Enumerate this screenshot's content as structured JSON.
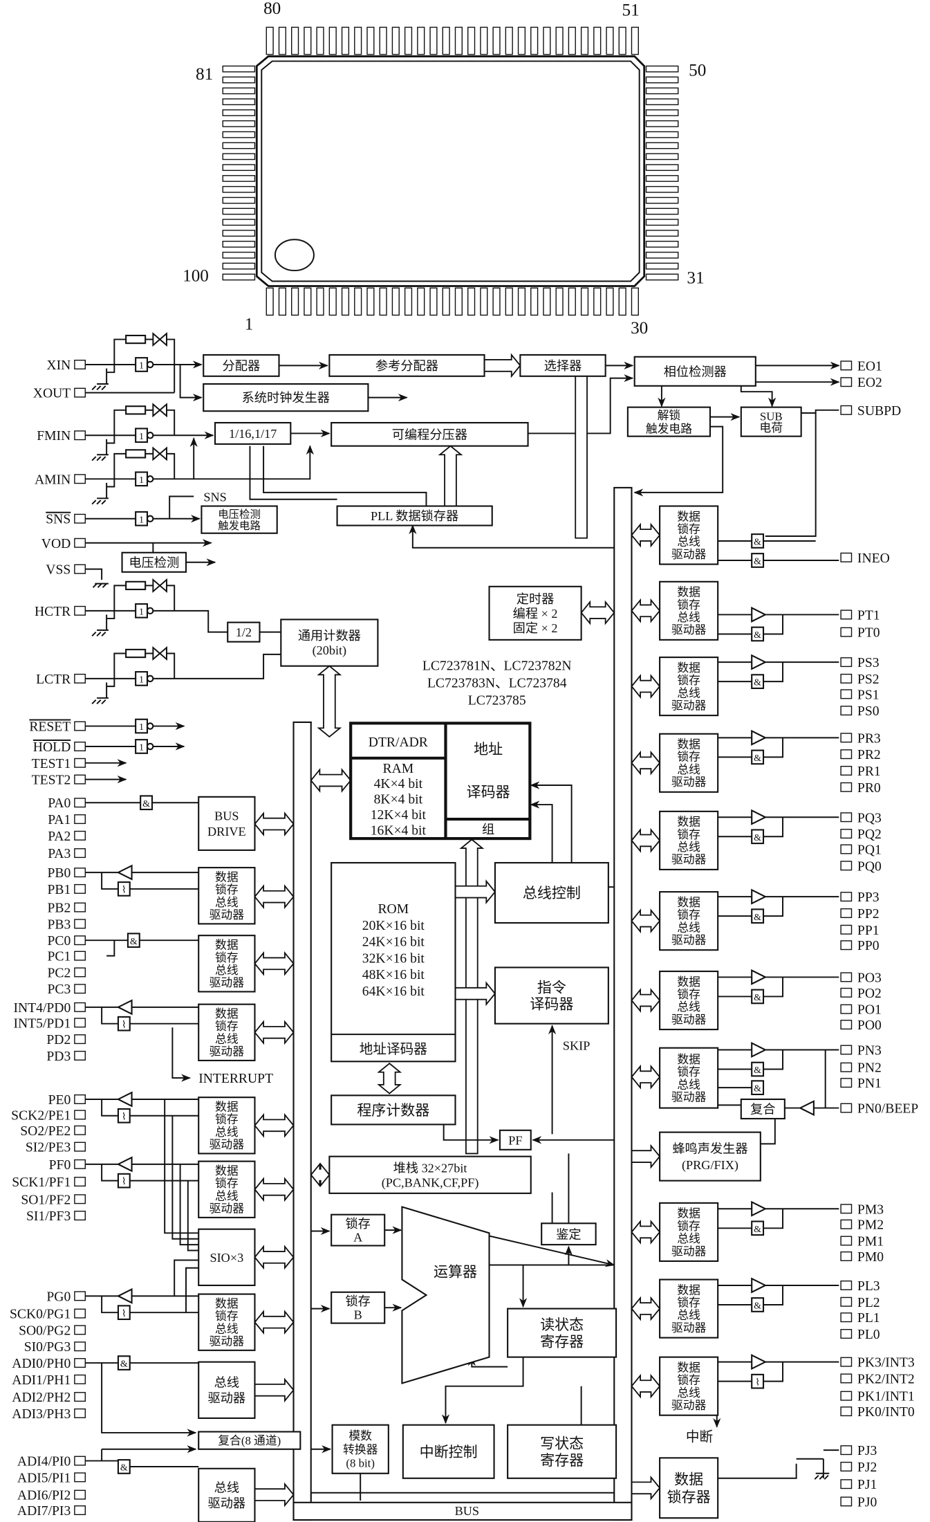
{
  "package": {
    "pin_numbers": {
      "top_left": "80",
      "top_right": "51",
      "left_top": "81",
      "right_top": "50",
      "left_bottom": "100",
      "right_bottom": "31",
      "bottom_left": "1",
      "bottom_right": "30"
    }
  },
  "left_pins": [
    "XIN",
    "XOUT",
    "FMIN",
    "AMIN",
    "SNS",
    "VOD",
    "VSS",
    "HCTR",
    "LCTR",
    "RESET",
    "HOLD",
    "TEST1",
    "TEST2",
    "PA0",
    "PA1",
    "PA2",
    "PA3",
    "PB0",
    "PB1",
    "PB2",
    "PB3",
    "PC0",
    "PC1",
    "PC2",
    "PC3",
    "INT4/PD0",
    "INT5/PD1",
    "PD2",
    "PD3",
    "PE0",
    "SCK2/PE1",
    "SO2/PE2",
    "SI2/PE3",
    "PF0",
    "SCK1/PF1",
    "SO1/PF2",
    "SI1/PF3",
    "PG0",
    "SCK0/PG1",
    "SO0/PG2",
    "SI0/PG3",
    "ADI0/PH0",
    "ADI1/PH1",
    "ADI2/PH2",
    "ADI3/PH3",
    "ADI4/PI0",
    "ADI5/PI1",
    "ADI6/PI2",
    "ADI7/PI3"
  ],
  "right_pins": [
    "EO1",
    "EO2",
    "SUBPD",
    "INEO",
    "PT1",
    "PT0",
    "PS3",
    "PS2",
    "PS1",
    "PS0",
    "PR3",
    "PR2",
    "PR1",
    "PR0",
    "PQ3",
    "PQ2",
    "PQ1",
    "PQ0",
    "PP3",
    "PP2",
    "PP1",
    "PP0",
    "PO3",
    "PO2",
    "PO1",
    "PO0",
    "PN3",
    "PN2",
    "PN1",
    "PN0/BEEP",
    "PM3",
    "PM2",
    "PM1",
    "PM0",
    "PL3",
    "PL2",
    "PL1",
    "PL0",
    "PK3/INT3",
    "PK2/INT2",
    "PK1/INT1",
    "PK0/INT0",
    "PJ3",
    "PJ2",
    "PJ1",
    "PJ0"
  ],
  "blocks": {
    "divider": [
      "分配器"
    ],
    "ref_divider": [
      "参考分配器"
    ],
    "selector": [
      "选择器"
    ],
    "phase_detector": [
      "相位检测器"
    ],
    "sys_clock": [
      "系统时钟发生器"
    ],
    "prescaler": [
      "1/16,1/17"
    ],
    "prog_divider": [
      "可编程分压器"
    ],
    "unlock": [
      "解锁",
      "触发电路"
    ],
    "sub_charge": [
      "SUB",
      "电荷"
    ],
    "voltage_trigger": [
      "电压检测",
      "触发电路"
    ],
    "pll_latch": [
      "PLL 数据锁存器"
    ],
    "voltage_detect": [
      "电压检测"
    ],
    "half": [
      "1/2"
    ],
    "counter": [
      "通用计数器",
      "(20bit)"
    ],
    "timer": [
      "定时器",
      "编程  × 2",
      "固定  × 2"
    ],
    "ram_dtr": [
      "DTR/ADR"
    ],
    "ram": [
      "RAM",
      "4K×4 bit",
      "8K×4 bit",
      "12K×4 bit",
      "16K×4 bit"
    ],
    "addr_decoder": [
      "地址",
      "",
      "译码器"
    ],
    "bank": [
      "组"
    ],
    "rom": [
      "ROM",
      "20K×16 bit",
      "24K×16 bit",
      "32K×16 bit",
      "48K×16 bit",
      "64K×16 bit"
    ],
    "rom_decoder": [
      "地址译码器"
    ],
    "bus_control": [
      "总线控制"
    ],
    "instr_decoder": [
      "指令",
      "译码器"
    ],
    "pc": [
      "程序计数器"
    ],
    "pf": [
      "PF"
    ],
    "stack": [
      "堆栈 32×27bit",
      "(PC,BANK,CF,PF)"
    ],
    "latch_a": [
      "锁存",
      "A"
    ],
    "latch_b": [
      "锁存",
      "B"
    ],
    "alu": [
      "运算器"
    ],
    "judge": [
      "鉴定"
    ],
    "read_status": [
      "读状态",
      "寄存器"
    ],
    "int_control": [
      "中断控制"
    ],
    "write_status": [
      "写状态",
      "寄存器"
    ],
    "adc": [
      "模数",
      "转换器",
      "(8 bit)"
    ],
    "bus_drive": [
      "BUS",
      "DRIVE"
    ],
    "port_driver": [
      "数据",
      "锁存",
      "总线",
      "驱动器"
    ],
    "bus_driver": [
      "总线",
      "驱动器"
    ],
    "sio": [
      "SIO×3"
    ],
    "mux8": [
      "复合(8 通道)"
    ],
    "mux": [
      "复合"
    ],
    "buzzer": [
      "蜂鸣声发生器",
      "(PRG/FIX)"
    ],
    "data_latch": [
      "数据",
      "锁存器"
    ]
  },
  "chip_models": [
    "LC723781N、LC723782N",
    "LC723783N、LC723784",
    "LC723785"
  ],
  "signals": {
    "sns": "SNS",
    "interrupt": "INTERRUPT",
    "skip": "SKIP",
    "bus": "BUS",
    "interrupt_cn": "中断"
  },
  "gates": {
    "inverter": "1",
    "and": "&",
    "schmitt": "⌇"
  }
}
